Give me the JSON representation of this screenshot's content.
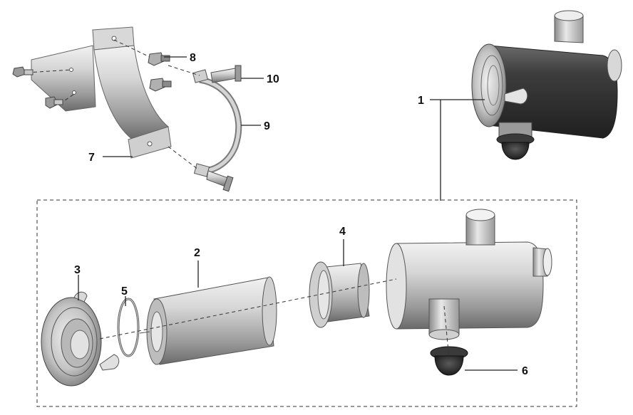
{
  "callouts": {
    "c1": "1",
    "c2": "2",
    "c3": "3",
    "c4": "4",
    "c5": "5",
    "c6": "6",
    "c7": "7",
    "c8": "8",
    "c9": "9",
    "c10": "10"
  },
  "colors": {
    "assembled_body": "#3a3a3a",
    "metal_light": "#e6e6e6",
    "metal_mid": "#b9b9b9",
    "metal_dark": "#6f6f6f",
    "rubber": "#2a2a2a",
    "callout_text": "#111111"
  }
}
